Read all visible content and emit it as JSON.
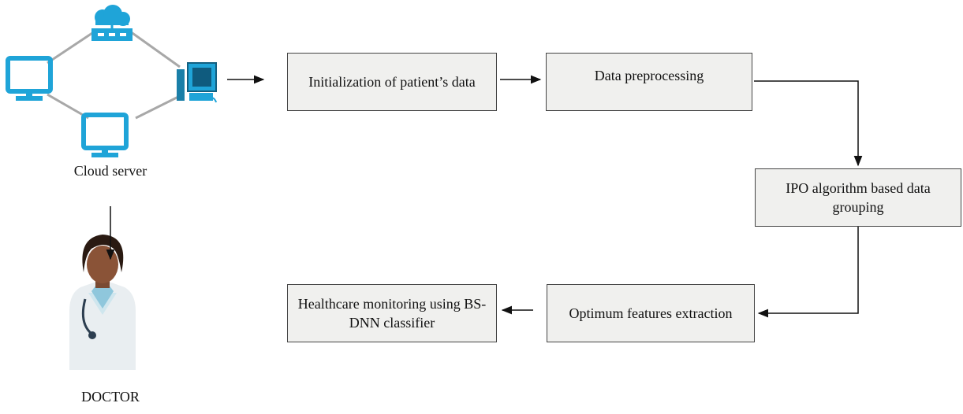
{
  "cloud": {
    "label": "Cloud server"
  },
  "doctor": {
    "label": "DOCTOR"
  },
  "steps": {
    "init": "Initialization of patient’s data",
    "preprocess": "Data preprocessing",
    "grouping": "IPO algorithm based data grouping",
    "features": "Optimum features extraction",
    "monitoring": "Healthcare monitoring using BS-DNN classifier"
  },
  "colors": {
    "network_icon": "#1fa4d8",
    "link_line": "#a8a8a8",
    "box_fill": "#f0f0ee"
  }
}
